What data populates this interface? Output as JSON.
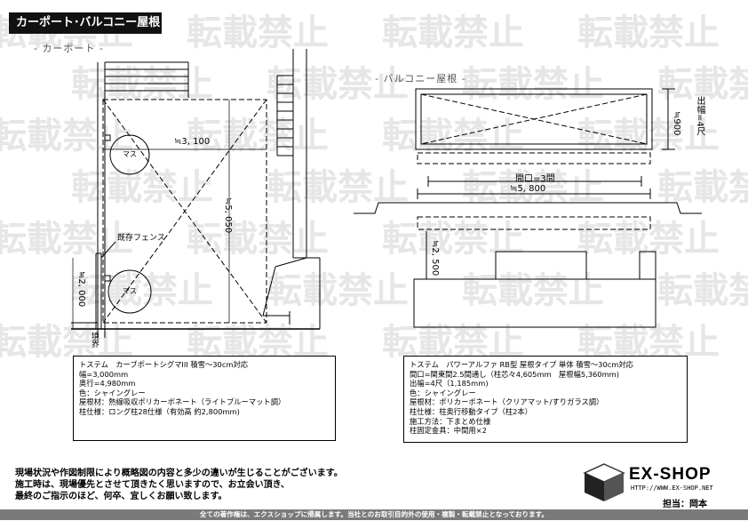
{
  "watermark": {
    "text": "転載禁止"
  },
  "header": {
    "title": "カーポート･バルコニー屋根"
  },
  "carport": {
    "section_label": "- カーポート -",
    "dim_width": "≒3, 100",
    "dim_depth": "≒5, 050",
    "dim_height": "≒2, 000",
    "label_mas": "マス",
    "label_fence": "既存フェンス",
    "label_boundary": "境界",
    "spec": {
      "lines": [
        "トステム　カーブポートシグマIII 積雪～30cm対応",
        "幅=3,000mm",
        "奥行=4,980mm",
        "色：シャイングレー",
        "屋根材：熱線吸収ポリカーボネート（ライトブルーマット調）",
        "柱仕様：ロング柱28仕様（有効高 約2,800mm)"
      ]
    }
  },
  "balcony": {
    "section_label": "- バルコニー屋根 -",
    "dim_projection": "≒900",
    "dim_projection_label": "出幅=4尺",
    "dim_frontage": "間口=3間",
    "dim_total": "≒5, 800",
    "dim_height": "≒2, 500",
    "spec": {
      "lines": [
        "トステム　パワーアルファ RB型 屋根タイプ 単体 積雪～30cm対応",
        "間口=関東間2.5間通し（柱芯々4,605mm　屋根幅5,360mm)",
        "出幅=4尺（1,185mm)",
        "色：シャイングレー",
        "屋根材：ポリカーボネート（クリアマット/すりガラス調）",
        "柱仕様：柱奥行移動タイプ（柱2本）",
        "施工方法：下まとめ仕様",
        "柱固定金具：中間用×2"
      ]
    }
  },
  "notes": {
    "lines": [
      "現場状況や作図制限により概略図の内容と多少の違いが生じることがございます。",
      "施工時は、現場優先とさせて頂きたく思いますので、お立会い頂き、",
      "最終のご指示のほど、何卒、宜しくお願い致します。"
    ]
  },
  "logo": {
    "name": "EX-SHOP",
    "url": "HTTP://WWW.EX-SHOP.NET"
  },
  "staff": "担当：岡本",
  "footer": "全ての著作権は、エクスショップに帰属します。当社とのお取引目的外の使用・複製・転載禁止となっております。"
}
